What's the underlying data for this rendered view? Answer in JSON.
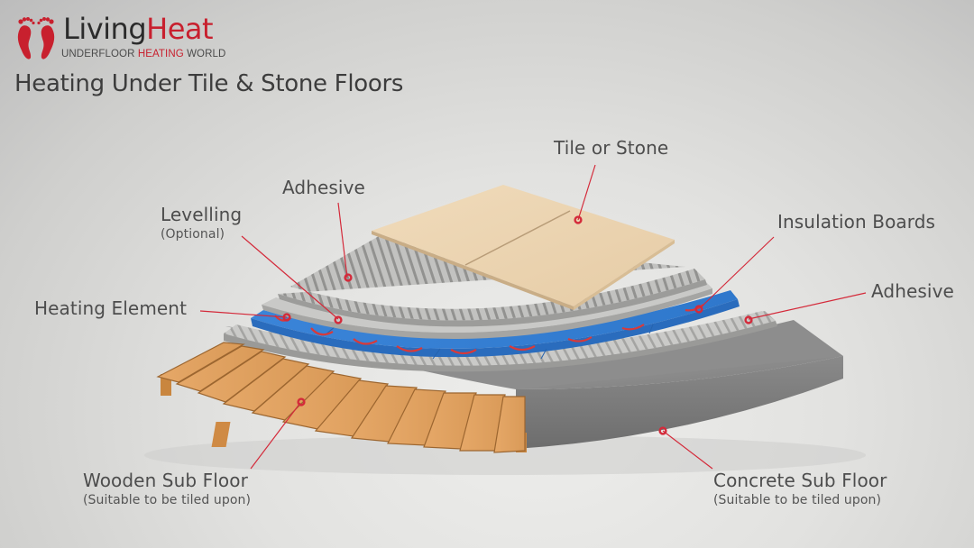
{
  "brand": {
    "name_part1": "Living",
    "name_part2": "Heat",
    "tagline_part1": "UNDERFLOOR ",
    "tagline_part2": "HEATING",
    "tagline_part3": " WORLD",
    "logo_icon": "footprints-icon",
    "accent_color": "#c8202e"
  },
  "title": "Heating Under Tile & Stone Floors",
  "layers": [
    {
      "id": "tile",
      "label": "Tile or Stone",
      "color": "#ecd4b0"
    },
    {
      "id": "adhesive-top",
      "label": "Adhesive",
      "color": "#b9b9b7"
    },
    {
      "id": "levelling",
      "label": "Levelling",
      "note": "(Optional)",
      "color": "#c7c7c5"
    },
    {
      "id": "heating-element",
      "label": "Heating Element",
      "color": "#d83a3a"
    },
    {
      "id": "insulation",
      "label": "Insulation Boards",
      "color": "#3d86d6"
    },
    {
      "id": "adhesive-bottom",
      "label": "Adhesive",
      "color": "#bcbcba"
    },
    {
      "id": "wooden-subfloor",
      "label": "Wooden Sub Floor",
      "note": "(Suitable to be tiled upon)",
      "color": "#e3a465"
    },
    {
      "id": "concrete-subfloor",
      "label": "Concrete Sub Floor",
      "note": "(Suitable to be tiled upon)",
      "color": "#8a8a8a"
    }
  ],
  "callout_color": "#d42a3a"
}
